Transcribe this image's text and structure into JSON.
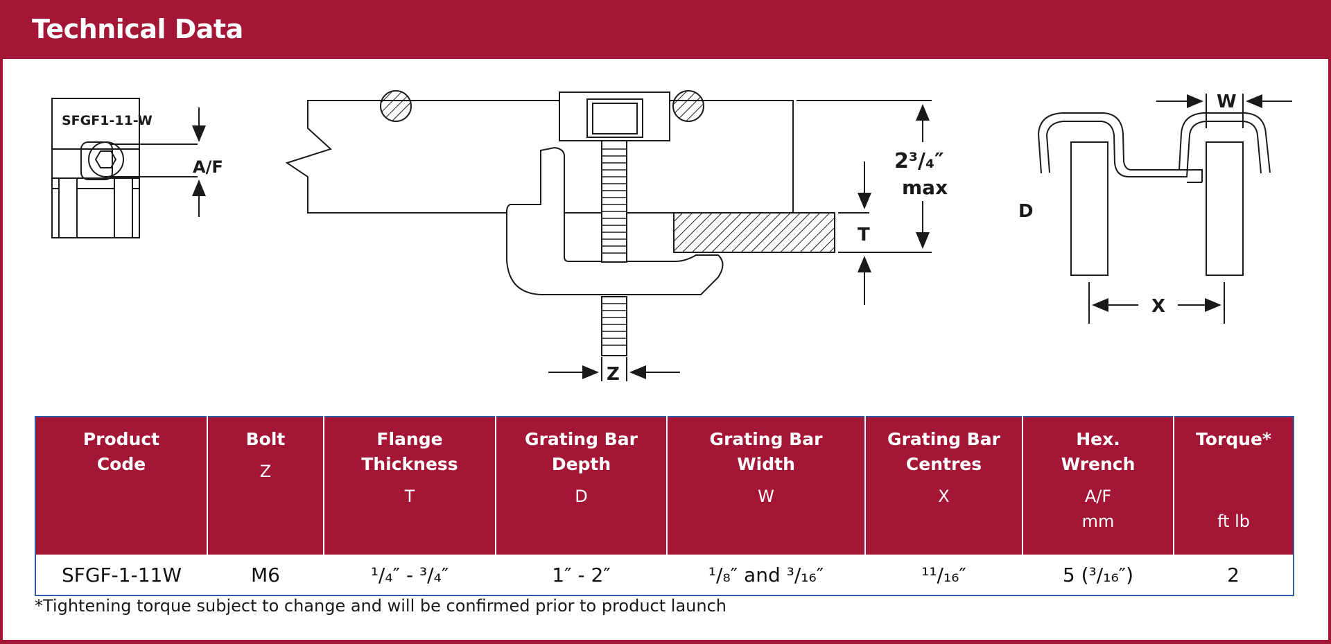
{
  "header": {
    "title": "Technical Data"
  },
  "drawings": {
    "end_view": {
      "product_label": "SFGF1-11-W",
      "af_label": "A/F"
    },
    "side_view": {
      "height_value": "2³/₄″",
      "height_qualifier": "max",
      "t_label": "T",
      "z_label": "Z"
    },
    "grating_view": {
      "w_label": "W",
      "d_label": "D",
      "x_label": "X"
    }
  },
  "table": {
    "columns": [
      {
        "title_1": "Product",
        "title_2": "Code",
        "symbol": "",
        "unit": ""
      },
      {
        "title_1": "Bolt",
        "title_2": "",
        "symbol": "Z",
        "unit": ""
      },
      {
        "title_1": "Flange",
        "title_2": "Thickness",
        "symbol": "T",
        "unit": ""
      },
      {
        "title_1": "Grating Bar",
        "title_2": "Depth",
        "symbol": "D",
        "unit": ""
      },
      {
        "title_1": "Grating Bar",
        "title_2": "Width",
        "symbol": "W",
        "unit": ""
      },
      {
        "title_1": "Grating Bar",
        "title_2": "Centres",
        "symbol": "X",
        "unit": ""
      },
      {
        "title_1": "Hex.",
        "title_2": "Wrench",
        "symbol": "A/F",
        "unit": "mm"
      },
      {
        "title_1": "Torque*",
        "title_2": "",
        "symbol": "",
        "unit": "ft lb"
      }
    ],
    "rows": [
      [
        "SFGF-1-11W",
        "M6",
        "¹/₄″ - ³/₄″",
        "1″ - 2″",
        "¹/₈″ and ³/₁₆″",
        "¹¹/₁₆″",
        "5 (³/₁₆″)",
        "2"
      ]
    ]
  },
  "footnote": "*Tightening torque subject to change and will be confirmed prior to product launch",
  "colors": {
    "brand": "#a31636",
    "table_border": "#2f5da8",
    "text": "#1a1a1a"
  }
}
